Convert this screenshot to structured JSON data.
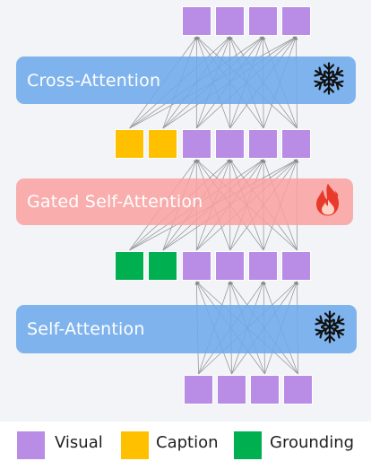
{
  "blocks": {
    "cross_attention": {
      "label": "Cross-Attention",
      "icon": "snowflake-icon"
    },
    "gated_self_attention": {
      "label": "Gated Self-Attention",
      "icon": "fire-icon"
    },
    "self_attention": {
      "label": "Self-Attention",
      "icon": "snowflake-icon"
    }
  },
  "legend": {
    "visual": "Visual",
    "caption": "Caption",
    "grounding": "Grounding"
  },
  "colors": {
    "visual": "#b98ce6",
    "caption": "#ffc000",
    "grounding": "#00b050",
    "frozen_block": "#78b0ea",
    "trainable_block": "#f8a3a3",
    "flame": "#e8392a"
  }
}
